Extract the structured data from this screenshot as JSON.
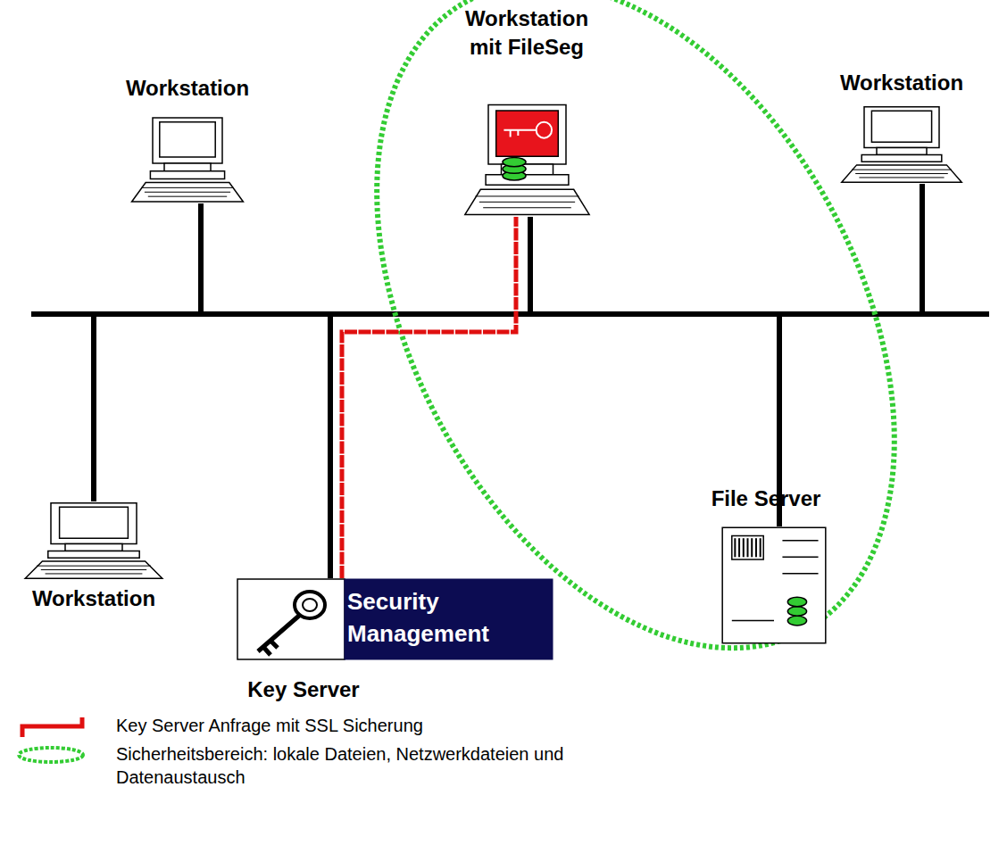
{
  "diagram": {
    "nodes": [
      {
        "text": [
          "Workstation"
        ]
      },
      {
        "text": [
          "Workstation mit FileSeg"
        ]
      },
      {
        "text": [
          "Workstation"
        ]
      },
      {
        "text": [
          "Workstation"
        ]
      },
      {
        "text": [
          "File Server"
        ]
      },
      {
        "text": [
          "Security Management",
          "Key Server"
        ]
      }
    ],
    "edges": [
      {
        "from": 5,
        "to": 1,
        "arrow": "none"
      }
    ],
    "legend": [
      {
        "text": "Key Server Anfrage mit SSL Sicherung"
      },
      {
        "text": "Sicherheitsbereich: lokale Dateien, Netzwerkdateien und Datenaustausch"
      }
    ]
  }
}
